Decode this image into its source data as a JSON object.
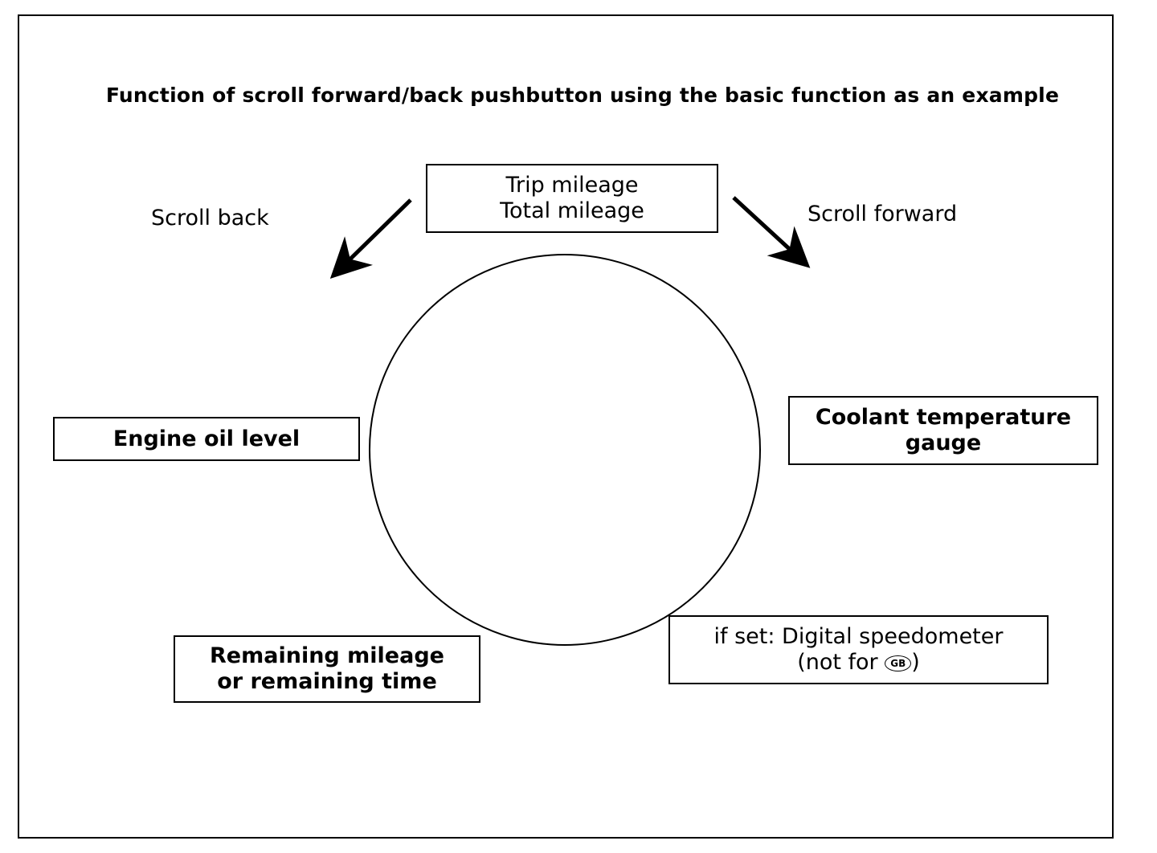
{
  "title": "Function of scroll forward/back pushbutton using the basic function as an example",
  "labels": {
    "scroll_back": "Scroll back",
    "scroll_forward": "Scroll forward"
  },
  "boxes": {
    "top": {
      "line1": "Trip mileage",
      "line2": "Total mileage"
    },
    "left": {
      "line1": "Engine oil level"
    },
    "right": {
      "line1": "Coolant temperature",
      "line2": "gauge"
    },
    "bottom_left": {
      "line1": "Remaining mileage",
      "line2": "or remaining time"
    },
    "bottom_right": {
      "line1": "if set: Digital speedometer",
      "line2_prefix": "(not for ",
      "badge": "GB",
      "line2_suffix": ")"
    }
  },
  "icons": {
    "arrow_back": "arrow-down-left-icon",
    "arrow_forward": "arrow-down-right-icon",
    "cycle": "circle-cycle"
  }
}
